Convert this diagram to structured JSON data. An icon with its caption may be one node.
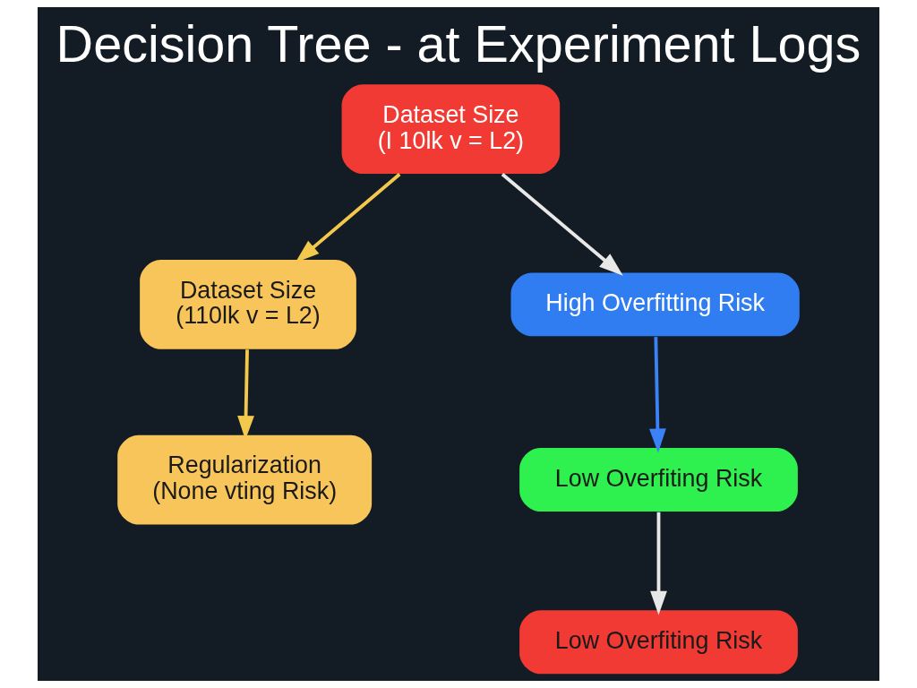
{
  "diagram": {
    "title": "Decision Tree - at Experiment Logs",
    "nodes": [
      {
        "text": [
          "Dataset Size",
          "(I 10lk v = L2)"
        ]
      },
      {
        "text": [
          "Dataset Size",
          "(110lk v = L2)"
        ]
      },
      {
        "text": [
          "High Overfitting Risk"
        ]
      },
      {
        "text": [
          "Regularization",
          "(None vting Risk)"
        ]
      },
      {
        "text": [
          "Low Overfiting Risk"
        ]
      },
      {
        "text": [
          "Low Overfiting Risk"
        ]
      }
    ],
    "edges": [
      {
        "from": 0,
        "to": 1,
        "arrow": "to",
        "color": "#f2c94c"
      },
      {
        "from": 0,
        "to": 2,
        "arrow": "to",
        "color": "#e8e8e8"
      },
      {
        "from": 1,
        "to": 3,
        "arrow": "to",
        "color": "#f2c94c"
      },
      {
        "from": 2,
        "to": 4,
        "arrow": "to",
        "color": "#3b82f6"
      },
      {
        "from": 4,
        "to": 5,
        "arrow": "to",
        "color": "#e8e8e8"
      }
    ]
  }
}
